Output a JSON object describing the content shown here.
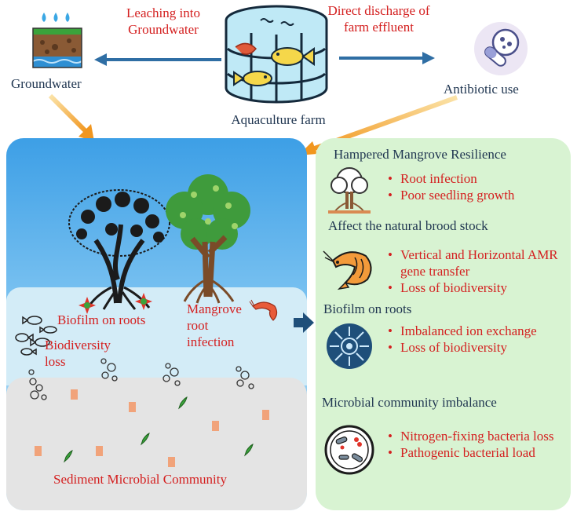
{
  "top": {
    "leaching_label": "Leaching into Groundwater",
    "discharge_label": "Direct discharge of farm effluent",
    "groundwater_label": "Groundwater",
    "antibiotic_label": "Antibiotic use",
    "farm_label": "Aquaculture farm"
  },
  "scene": {
    "biofilm_label": "Biofilm on roots",
    "biodiversity_label": "Biodiversity loss",
    "mangrove_label": "Mangrove root infection",
    "sediment_label": "Sediment Microbial Community"
  },
  "impacts": [
    {
      "heading": "Hampered Mangrove Resilience",
      "icon": "mangrove-tree-icon",
      "bullets": [
        "Root infection",
        "Poor seedling growth"
      ]
    },
    {
      "heading": "Affect the natural brood stock",
      "icon": "shrimp-icon",
      "bullets": [
        "Vertical and Horizontal AMR gene transfer",
        "Loss of biodiversity"
      ]
    },
    {
      "heading": "Biofilm on roots",
      "icon": "biofilm-icon",
      "bullets": [
        "Imbalanced ion exchange",
        "Loss of biodiversity"
      ]
    },
    {
      "heading": "Microbial community imbalance",
      "icon": "microbe-dish-icon",
      "bullets": [
        "Nitrogen-fixing bacteria loss",
        "Pathogenic bacterial load"
      ]
    }
  ],
  "colors": {
    "label_red": "#d42020",
    "text_dark": "#1f3550",
    "arrow_blue": "#2f6ea4",
    "arrow_orange": "#f1961e",
    "panel_green": "#d8f3d2",
    "sky_blue": "#3d9fe6"
  }
}
